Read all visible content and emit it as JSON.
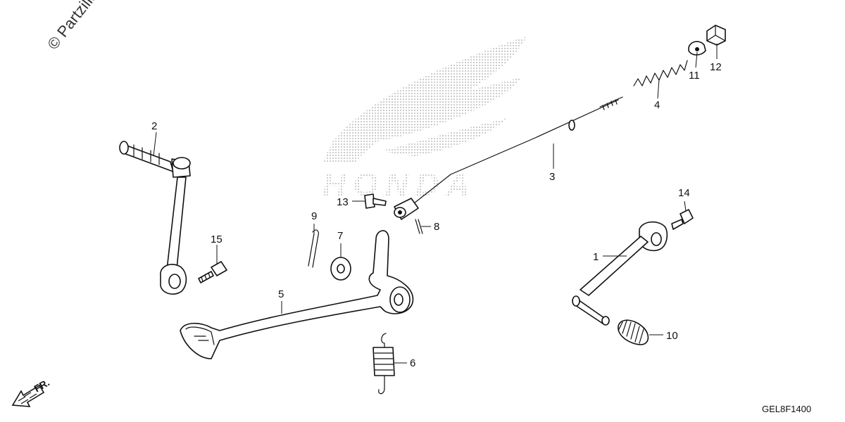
{
  "watermark": "© Partzilla",
  "diagram_code": "GEL8F1400",
  "direction_label": "FR.",
  "brand_wordmark": "HONDA",
  "callouts": {
    "p1": "1",
    "p2": "2",
    "p3": "3",
    "p4": "4",
    "p5": "5",
    "p6": "6",
    "p7": "7",
    "p8": "8",
    "p9": "9",
    "p10": "10",
    "p11": "11",
    "p12": "12",
    "p13": "13",
    "p14": "14",
    "p15": "15"
  }
}
